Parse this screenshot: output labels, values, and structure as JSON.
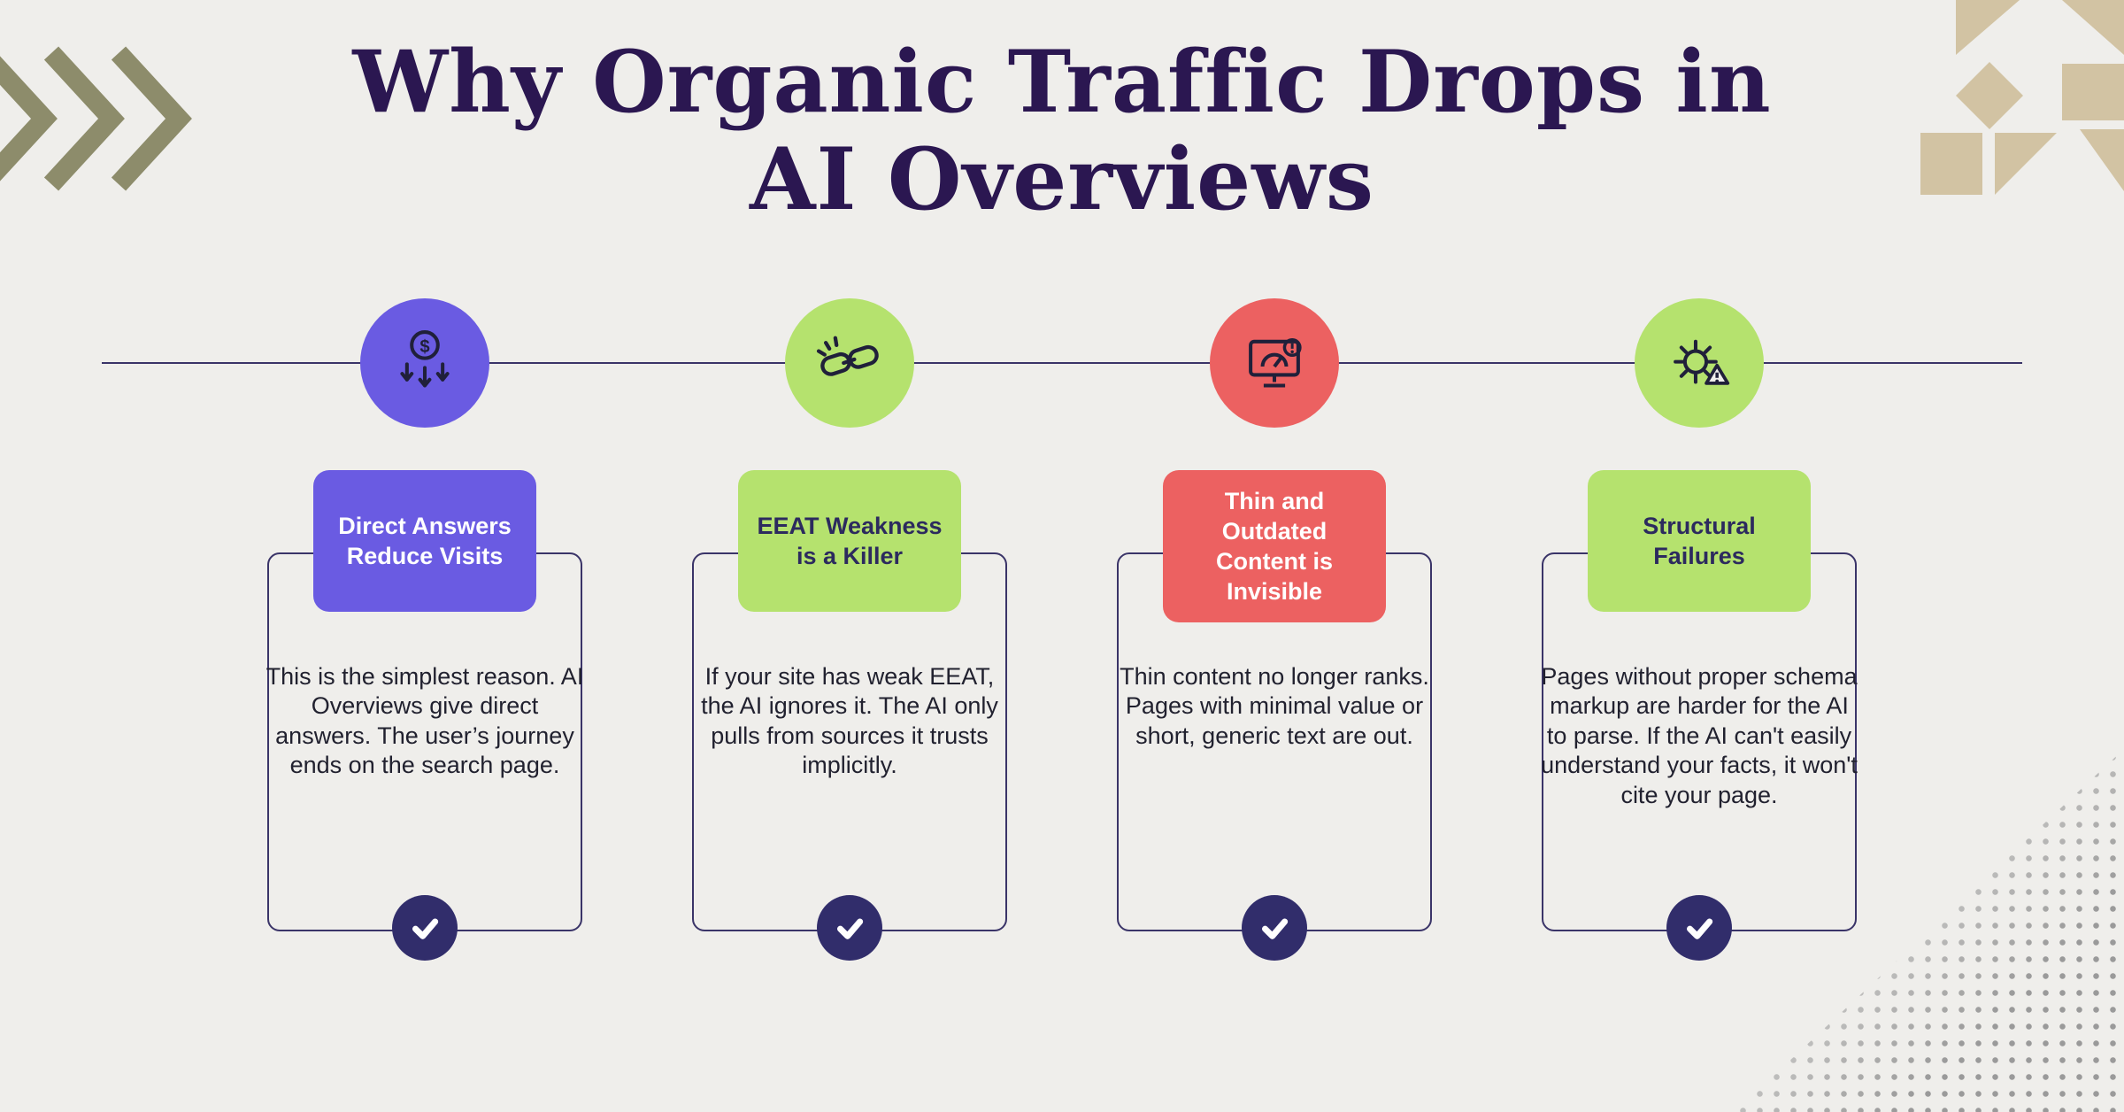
{
  "title": {
    "line1": "Why Organic Traffic Drops in",
    "line2": "AI Overviews"
  },
  "colors": {
    "background": "#efeeeb",
    "title_text": "#2b1751",
    "timeline": "#3a3468",
    "purple_accent": "#6a5be2",
    "green_accent": "#b5e26e",
    "red_accent": "#ec6161",
    "navy_check": "#312d6b",
    "body_text": "#21212f",
    "chevron_olive": "#8d8c6b",
    "pattern_tan": "#d2c3a3",
    "dots_gray": "#9a9a9a"
  },
  "cards": [
    {
      "badge": "Direct Answers Reduce Visits",
      "badge_color": "#6a5be2",
      "badge_text_color": "#ffffff",
      "icon": "money-drop-icon",
      "body": "This is the simplest reason. AI Overviews give direct answers. The user’s journey ends on the search page."
    },
    {
      "badge": "EEAT Weakness is a Killer",
      "badge_color": "#b5e26e",
      "badge_text_color": "#2c2a5e",
      "icon": "chain-link-icon",
      "body": "If your site has weak EEAT, the AI ignores it. The AI only pulls from sources it trusts implicitly."
    },
    {
      "badge": "Thin and Outdated Content is Invisible",
      "badge_color": "#ec6161",
      "badge_text_color": "#ffffff",
      "icon": "monitor-gauge-warning-icon",
      "body": "Thin content no longer ranks. Pages with minimal value or short, generic text are out."
    },
    {
      "badge": "Structural Failures",
      "badge_color": "#b5e26e",
      "badge_text_color": "#2c2a5e",
      "icon": "gear-alert-icon",
      "body": "Pages without proper schema markup are harder for the AI to parse. If the AI can't easily understand your facts, it won't cite your page."
    }
  ],
  "decor": {
    "chevrons": "triple-chevron-right-icon",
    "corner_pattern": "geometric-triangle-pattern",
    "dots": "halftone-dots-pattern",
    "check": "checkmark-icon"
  }
}
